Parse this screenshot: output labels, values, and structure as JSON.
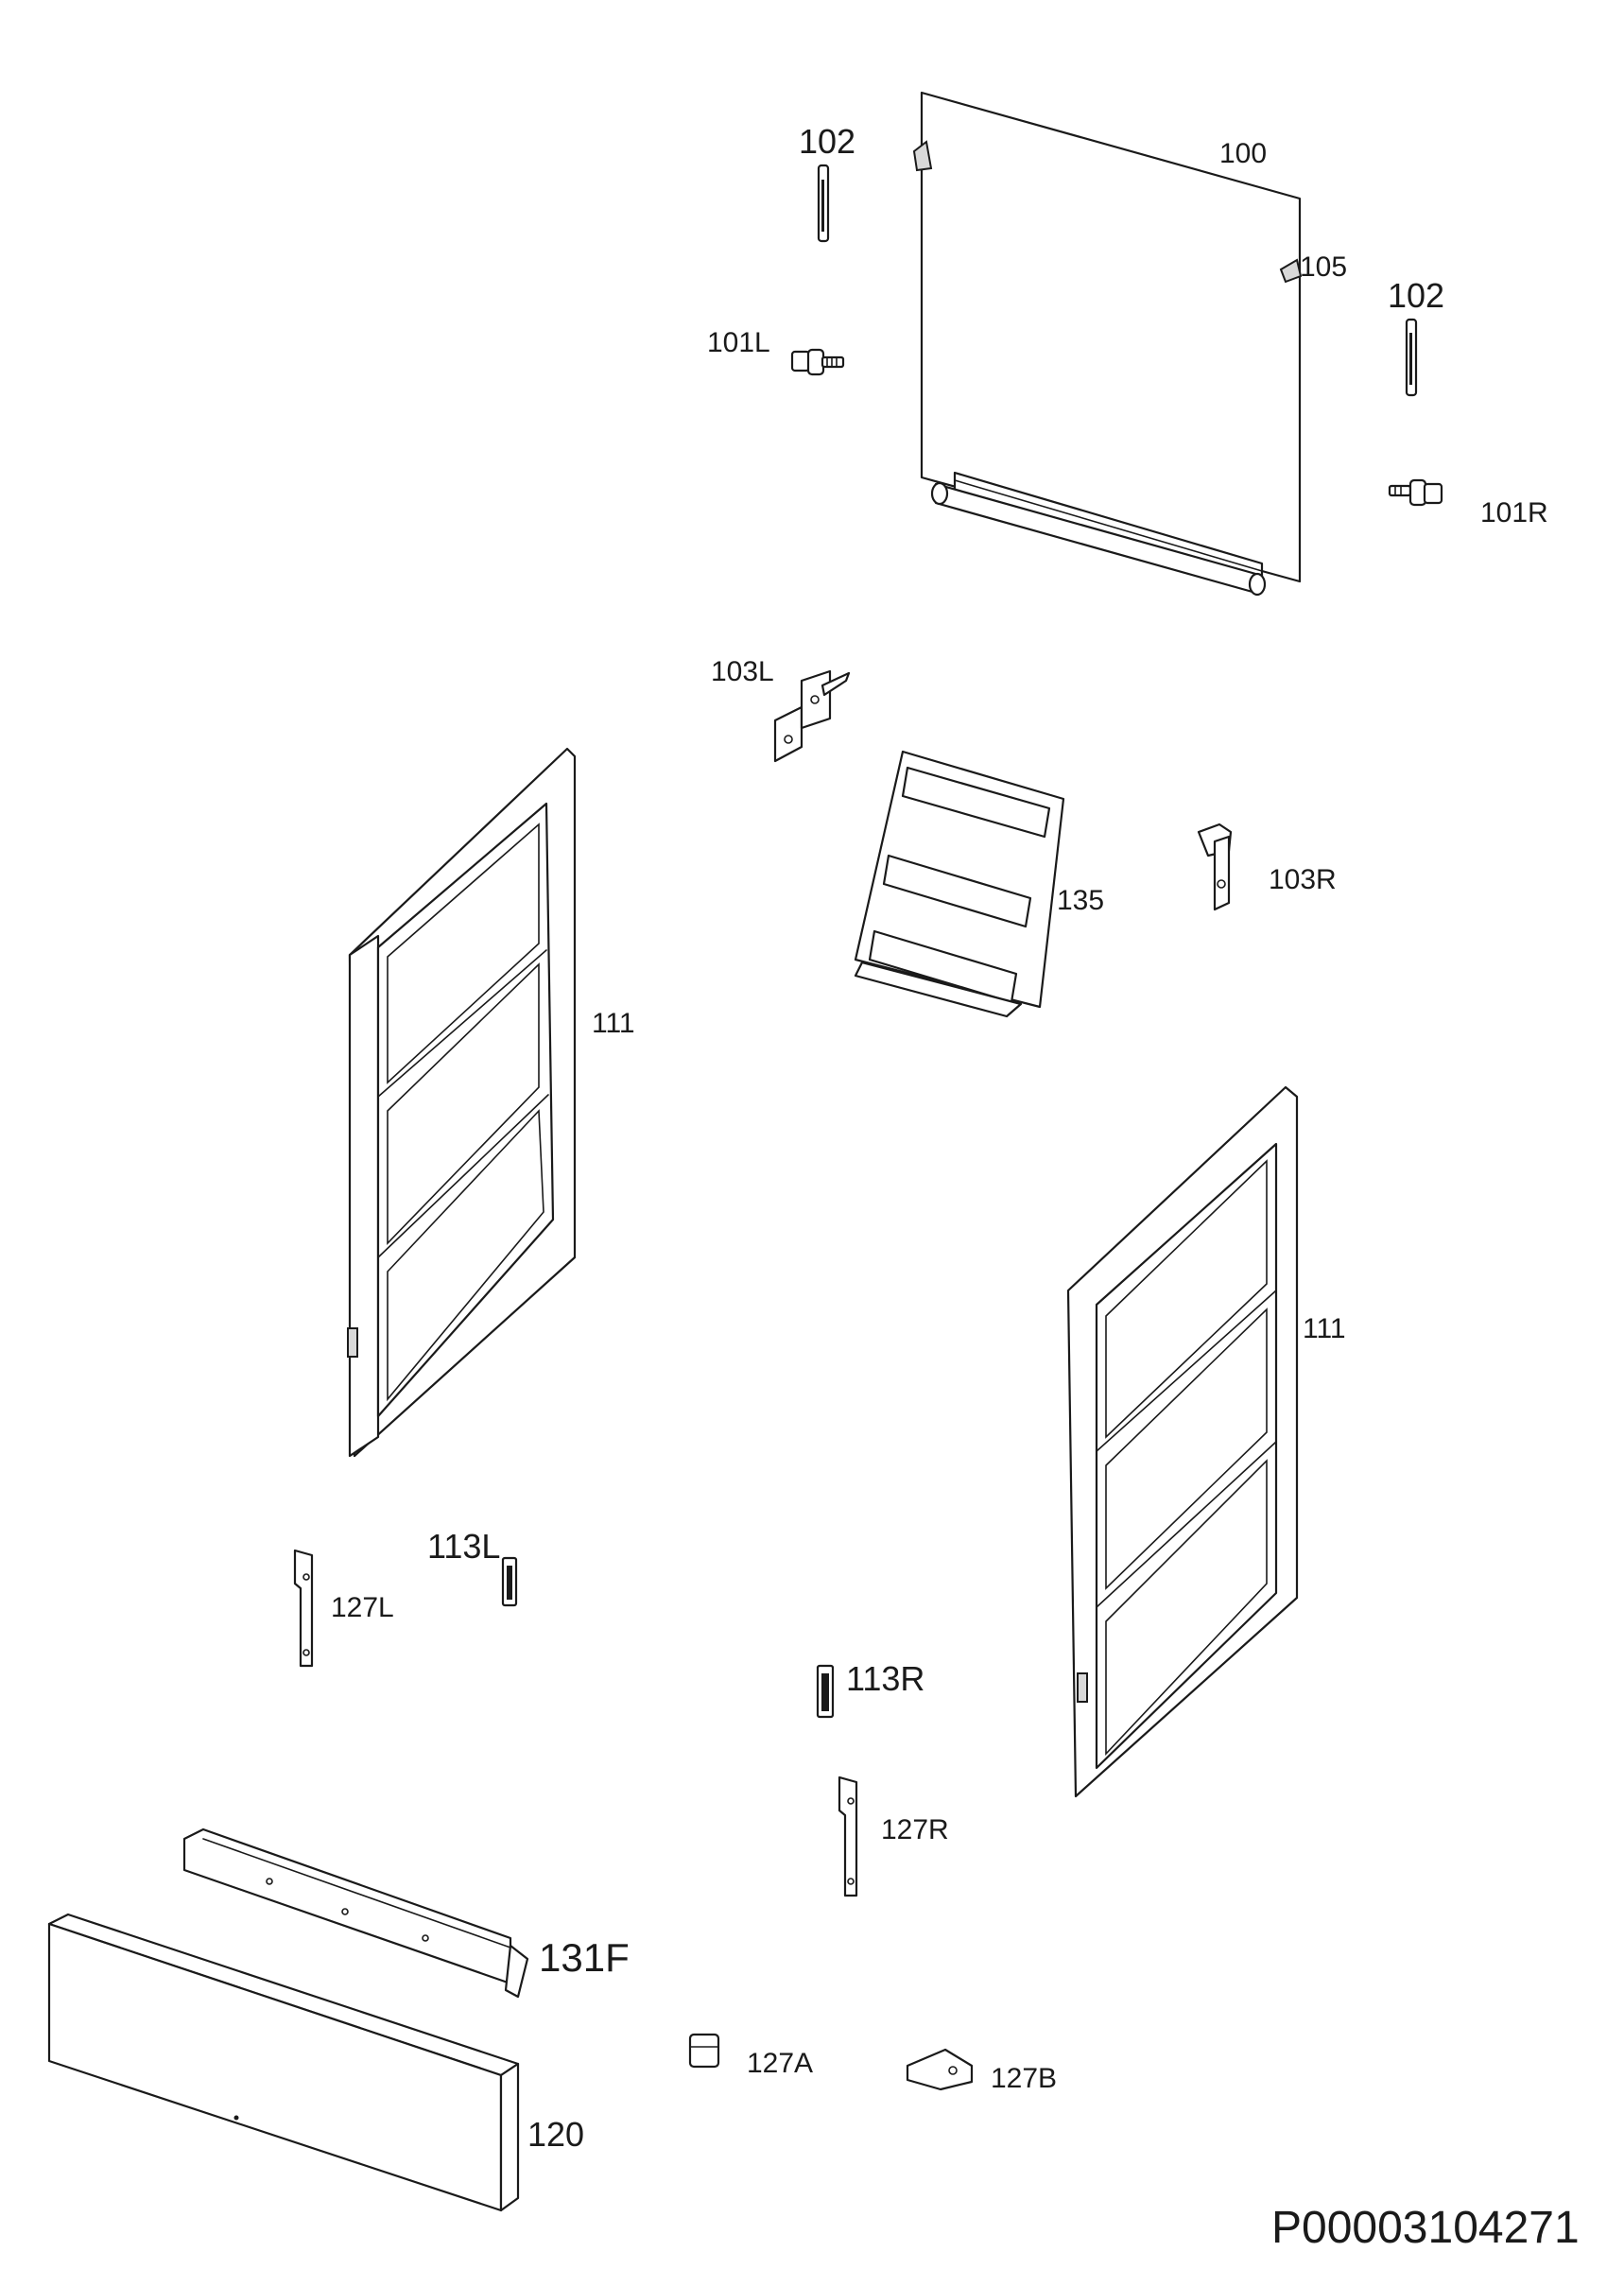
{
  "diagram": {
    "title": "",
    "document_code": "P00003104271",
    "parts": [
      {
        "id": "100",
        "label": "100"
      },
      {
        "id": "101L",
        "label": "101L"
      },
      {
        "id": "101R",
        "label": "101R"
      },
      {
        "id": "102a",
        "label": "102"
      },
      {
        "id": "102b",
        "label": "102"
      },
      {
        "id": "103L",
        "label": "103L"
      },
      {
        "id": "103R",
        "label": "103R"
      },
      {
        "id": "105",
        "label": "105"
      },
      {
        "id": "111a",
        "label": "111"
      },
      {
        "id": "111b",
        "label": "111"
      },
      {
        "id": "113L",
        "label": "113L"
      },
      {
        "id": "113R",
        "label": "113R"
      },
      {
        "id": "120",
        "label": "120"
      },
      {
        "id": "127A",
        "label": "127A"
      },
      {
        "id": "127B",
        "label": "127B"
      },
      {
        "id": "127L",
        "label": "127L"
      },
      {
        "id": "127R",
        "label": "127R"
      },
      {
        "id": "131F",
        "label": "131F"
      },
      {
        "id": "135",
        "label": "135"
      }
    ]
  }
}
